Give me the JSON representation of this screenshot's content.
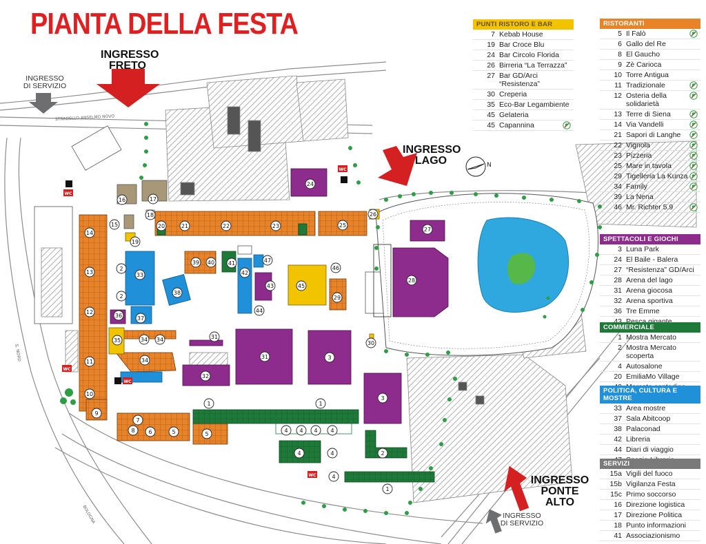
{
  "title": "PIANTA DELLA FESTA",
  "entrances": {
    "freto": [
      "INGRESSO",
      "FRETO"
    ],
    "servizio_top": [
      "INGRESSO",
      "DI SERVIZIO"
    ],
    "lago": [
      "INGRESSO",
      "LAGO"
    ],
    "ponte_alto": [
      "INGRESSO",
      "PONTE ALTO"
    ],
    "servizio_bottom": [
      "INGRESSO",
      "DI SERVIZIO"
    ]
  },
  "compass": "N",
  "road_labels": {
    "top": "STRADELLO ANSELMO NOVO",
    "left": "S. NORD",
    "bottom": "BOLOGNA"
  },
  "wc_label": "WC",
  "colors": {
    "title": "#e02020",
    "arrow_red": "#d42020",
    "arrow_grey": "#6d6e70",
    "ristoro": "#f2c400",
    "ristoranti": "#e8832a",
    "spettacoli": "#8e2c8e",
    "commerciale": "#1f7a3a",
    "politica": "#2090d8",
    "servizi": "#7a7a7a",
    "lake": "#2fa8df",
    "tree": "#2e9e45"
  },
  "markers": {
    "b1": "1",
    "b2": "2",
    "b3": "3",
    "b4": "4",
    "b5": "5",
    "b6": "6",
    "b7": "7",
    "b8": "8",
    "b9": "9",
    "b10": "10",
    "b11": "11",
    "b12": "12",
    "b13": "13",
    "b14": "14",
    "b15": "15",
    "b16": "16",
    "b17": "17",
    "b18": "18",
    "b19": "19",
    "b20": "20",
    "b21": "21",
    "b22": "22",
    "b23": "23",
    "b24": "24",
    "b25": "25",
    "b26": "26",
    "b27": "27",
    "b28": "28",
    "b29": "29",
    "b30": "30",
    "b31": "31",
    "b32": "32",
    "b33": "33",
    "b34": "34",
    "b35": "35",
    "b36": "36",
    "b37": "37",
    "b38": "38",
    "b39": "39",
    "b40": "40",
    "b41": "41",
    "b42": "42",
    "b43": "43",
    "b44": "44",
    "b45": "45",
    "b46": "46",
    "b47": "47"
  },
  "legend": {
    "ristoro": {
      "title": "PUNTI RISTORO E BAR",
      "items": [
        {
          "num": "7",
          "label": "Kebab House"
        },
        {
          "num": "19",
          "label": "Bar Croce Blu"
        },
        {
          "num": "24",
          "label": "Bar Circolo Florida"
        },
        {
          "num": "26",
          "label": "Birreria “La Terrazza”"
        },
        {
          "num": "27",
          "label": "Bar GD/Arci “Resistenza”"
        },
        {
          "num": "30",
          "label": "Creperia"
        },
        {
          "num": "35",
          "label": "Eco-Bar Legambiente"
        },
        {
          "num": "45",
          "label": "Gelateria"
        },
        {
          "num": "45",
          "label": "Capannina",
          "icon": true
        }
      ]
    },
    "ristoranti": {
      "title": "RISTORANTI",
      "items": [
        {
          "num": "5",
          "label": "Il Falò",
          "icon": true
        },
        {
          "num": "6",
          "label": "Gallo del Re"
        },
        {
          "num": "8",
          "label": "El Gaucho"
        },
        {
          "num": "9",
          "label": "Zè Carioca"
        },
        {
          "num": "10",
          "label": "Torre Antigua"
        },
        {
          "num": "11",
          "label": "Tradizionale",
          "icon": true
        },
        {
          "num": "12",
          "label": "Osteria della solidarietà",
          "icon": true
        },
        {
          "num": "13",
          "label": "Terre di Siena",
          "icon": true
        },
        {
          "num": "14",
          "label": "Via Vandelli",
          "icon": true
        },
        {
          "num": "21",
          "label": "Sapori di Langhe",
          "icon": true
        },
        {
          "num": "22",
          "label": "Vignola",
          "icon": true
        },
        {
          "num": "23",
          "label": "Pizzeria",
          "icon": true
        },
        {
          "num": "25",
          "label": "Mare in tavola",
          "icon": true
        },
        {
          "num": "29",
          "label": "Tigelleria La Kunza",
          "icon": true
        },
        {
          "num": "34",
          "label": "Family",
          "icon": true
        },
        {
          "num": "39",
          "label": "La Nena"
        },
        {
          "num": "46",
          "label": "Mr. Richter 5.9",
          "icon": true
        }
      ]
    },
    "spettacoli": {
      "title": "SPETTACOLI E GIOCHI",
      "items": [
        {
          "num": "3",
          "label": "Luna Park"
        },
        {
          "num": "24",
          "label": "El Baile - Balera"
        },
        {
          "num": "27",
          "label": "“Resistenza” GD/Arci"
        },
        {
          "num": "28",
          "label": "Arena del lago"
        },
        {
          "num": "31",
          "label": "Arena giocosa"
        },
        {
          "num": "32",
          "label": "Arena sportiva"
        },
        {
          "num": "36",
          "label": "Tre Emme"
        },
        {
          "num": "43",
          "label": "Pesca gigante"
        }
      ]
    },
    "commerciale": {
      "title": "COMMERCIALE",
      "items": [
        {
          "num": "1",
          "label": "Mostra Mercato"
        },
        {
          "num": "2",
          "label": "Mostra Mercato scoperta"
        },
        {
          "num": "4",
          "label": "Autosalone"
        },
        {
          "num": "20",
          "label": "EmiliaMo Village"
        },
        {
          "num": "40",
          "label": "Mercato contadino"
        }
      ]
    },
    "politica": {
      "title": "POLITICA, CULTURA E MOSTRE",
      "items": [
        {
          "num": "33",
          "label": "Area mostre"
        },
        {
          "num": "37",
          "label": "Sala Abitcoop"
        },
        {
          "num": "38",
          "label": "Palaconad"
        },
        {
          "num": "42",
          "label": "Libreria"
        },
        {
          "num": "44",
          "label": "Diari di viaggio"
        },
        {
          "num": "47",
          "label": "Spazio Libreria"
        }
      ]
    },
    "servizi": {
      "title": "SERVIZI",
      "items": [
        {
          "num": "15a",
          "label": "Vigili del fuoco"
        },
        {
          "num": "15b",
          "label": "Vigilanza Festa"
        },
        {
          "num": "15c",
          "label": "Primo soccorso"
        },
        {
          "num": "16",
          "label": "Direzione logistica"
        },
        {
          "num": "17",
          "label": "Direzione Politica"
        },
        {
          "num": "18",
          "label": "Punto informazioni"
        },
        {
          "num": "41",
          "label": "Associazionismo"
        }
      ]
    }
  }
}
